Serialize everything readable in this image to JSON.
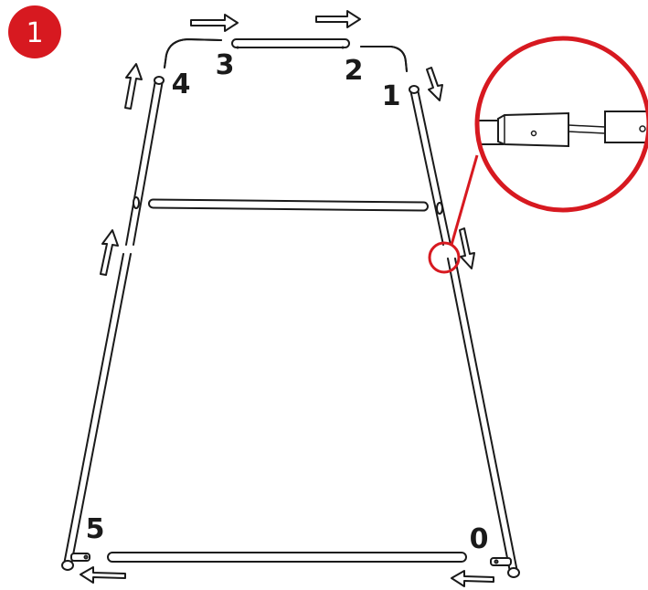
{
  "step_badge": {
    "number": "1",
    "color": "#d71920"
  },
  "accent_color": "#d71920",
  "part_labels": [
    "0",
    "1",
    "2",
    "3",
    "4",
    "5"
  ],
  "icons": [
    "step-badge-icon",
    "direction-arrow-icon",
    "magnifier-circle-icon",
    "connector-pin-icon"
  ]
}
